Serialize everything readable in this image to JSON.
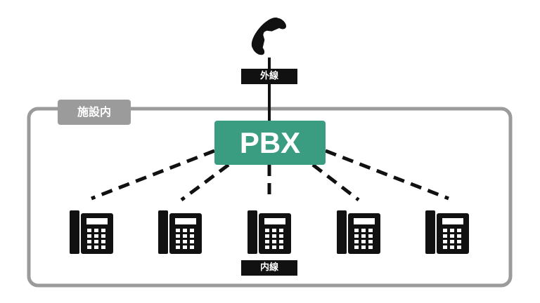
{
  "labels": {
    "facility": "施設内",
    "outside_line": "外線",
    "extension": "内線",
    "pbx": "PBX"
  },
  "colors": {
    "pbx_fill": "#3a9d82",
    "facility_tag": "#9b9b9b",
    "facility_border": "#9b9b9b",
    "label_fill": "#111111",
    "line": "#111111"
  },
  "icons": {
    "outside_phone": "handset-icon",
    "extension_phones": [
      "desk-phone-icon",
      "desk-phone-icon",
      "desk-phone-icon",
      "desk-phone-icon",
      "desk-phone-icon"
    ]
  }
}
